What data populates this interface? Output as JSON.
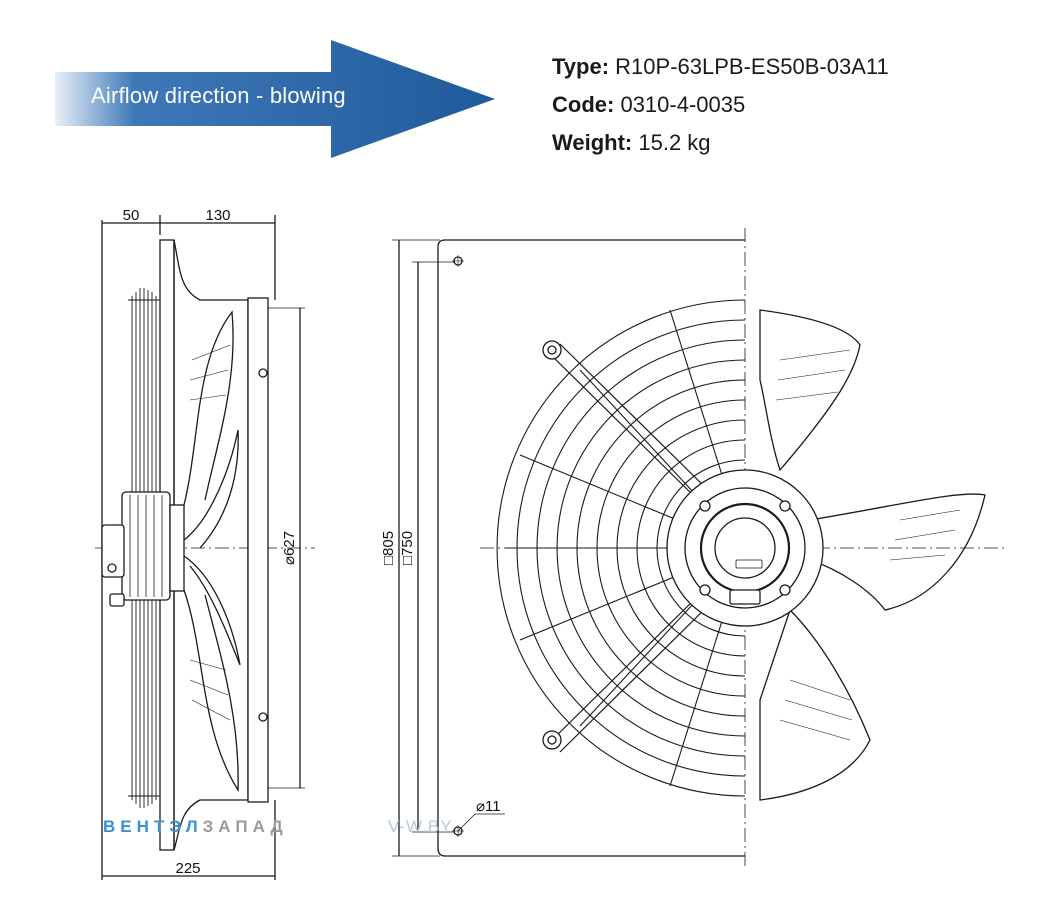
{
  "banner": {
    "label": "Airflow direction - blowing"
  },
  "specs": [
    {
      "key": "Type:",
      "value": "R10P-63LPB-ES50B-03A11"
    },
    {
      "key": "Code:",
      "value": "0310-4-0035"
    },
    {
      "key": "Weight:",
      "value": "15.2 kg"
    }
  ],
  "dimensions": {
    "d50": "50",
    "d130": "130",
    "d225": "225",
    "d627": "⌀627",
    "d805": "□805",
    "d750": "□750",
    "d11": "⌀11"
  },
  "watermark": {
    "part1": "ВЕНТЭЛ",
    "part2": "ЗАПАД",
    "part3": "V-W.BY"
  },
  "colors": {
    "banner_blue": "#1f5a9a",
    "banner_light": "#cfe0f2",
    "line": "#1a1a1a"
  }
}
